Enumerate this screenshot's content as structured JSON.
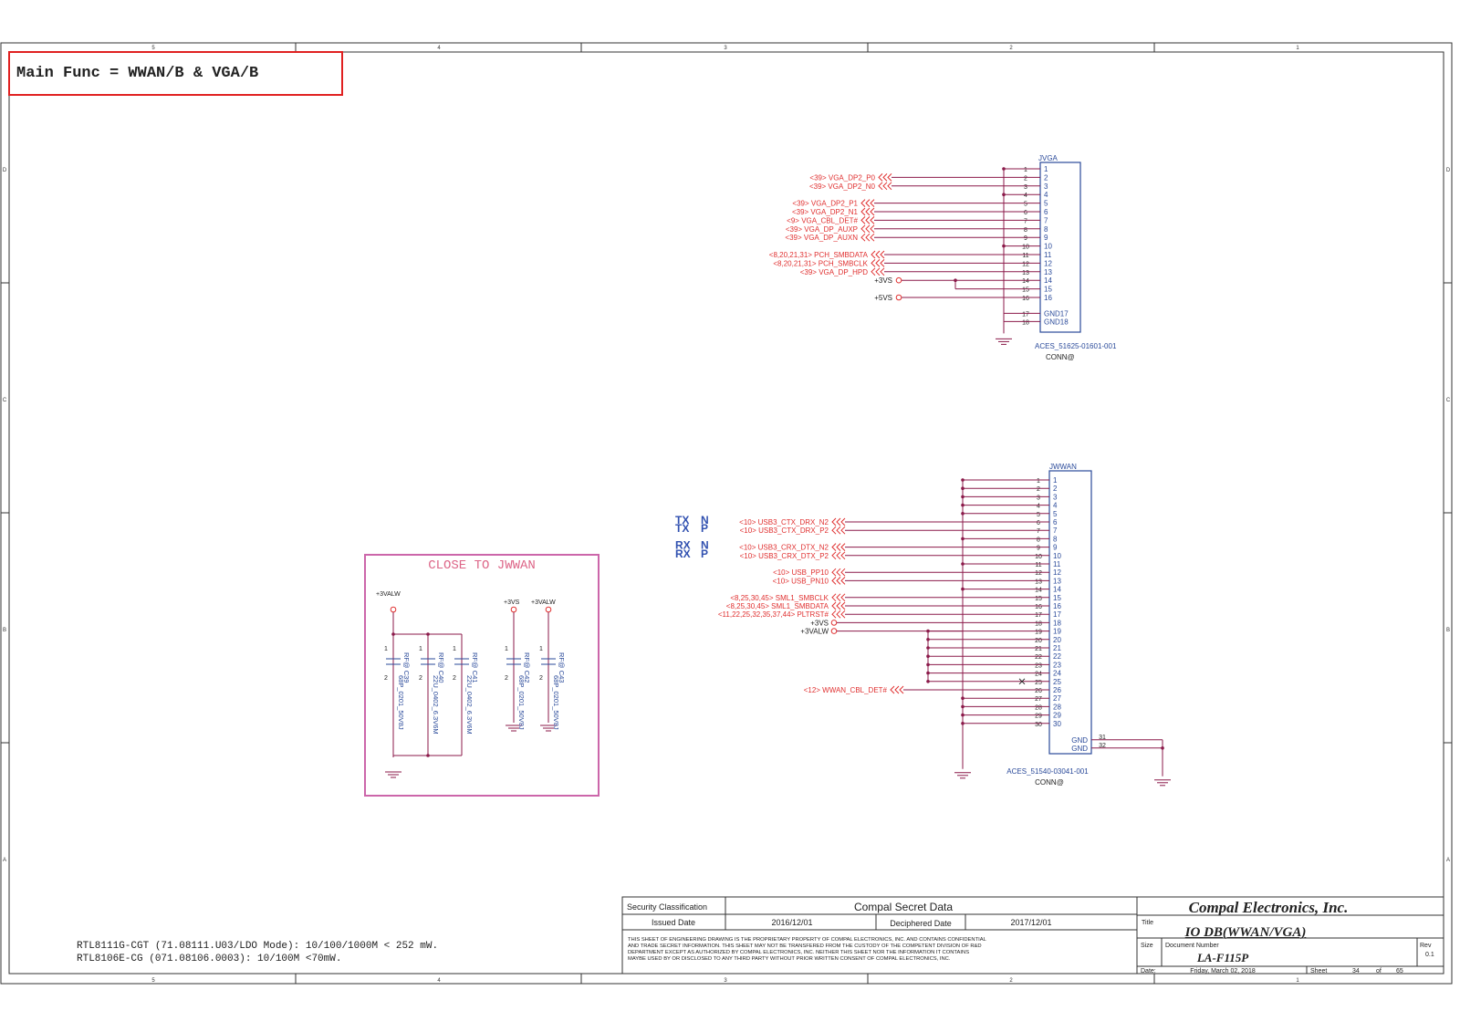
{
  "header": {
    "main_func": "Main Func = WWAN/B & VGA/B"
  },
  "frame": {
    "columns": [
      "5",
      "4",
      "3",
      "2",
      "1"
    ],
    "rows": [
      "D",
      "C",
      "B",
      "A"
    ]
  },
  "colors": {
    "wire": "#8b1a4a",
    "net_label": "#e03030",
    "connector": "#2a4a9a",
    "box_red": "#e02020",
    "box_pink": "#cc66aa",
    "text": "#222222"
  },
  "jvga": {
    "ref": "JVGA",
    "part": "ACES_51625-01601-001",
    "conn": "CONN@",
    "pins": [
      "1",
      "2",
      "3",
      "4",
      "5",
      "6",
      "7",
      "8",
      "9",
      "10",
      "11",
      "12",
      "13",
      "14",
      "15",
      "16"
    ],
    "gnd_pins": [
      {
        "num": "17",
        "name": "GND17"
      },
      {
        "num": "18",
        "name": "GND18"
      }
    ],
    "nets": [
      {
        "ref": "<39>",
        "name": "VGA_DP2_P0",
        "pin": 2
      },
      {
        "ref": "<39>",
        "name": "VGA_DP2_N0",
        "pin": 3
      },
      {
        "ref": "<39>",
        "name": "VGA_DP2_P1",
        "pin": 5
      },
      {
        "ref": "<39>",
        "name": "VGA_DP2_N1",
        "pin": 6
      },
      {
        "ref": "<9>",
        "name": "VGA_CBL_DET#",
        "pin": 7
      },
      {
        "ref": "<39>",
        "name": "VGA_DP_AUXP",
        "pin": 8
      },
      {
        "ref": "<39>",
        "name": "VGA_DP_AUXN",
        "pin": 9
      },
      {
        "ref": "<8,20,21,31>",
        "name": "PCH_SMBDATA",
        "pin": 11
      },
      {
        "ref": "<8,20,21,31>",
        "name": "PCH_SMBCLK",
        "pin": 12
      },
      {
        "ref": "<39>",
        "name": "VGA_DP_HPD",
        "pin": 13
      }
    ],
    "power": [
      {
        "name": "+3VS",
        "pin": 14
      },
      {
        "name": "+5VS",
        "pin": 16
      }
    ]
  },
  "jwwan": {
    "ref": "JWWAN",
    "part": "ACES_51540-03041-001",
    "conn": "CONN@",
    "pins": [
      "1",
      "2",
      "3",
      "4",
      "5",
      "6",
      "7",
      "8",
      "9",
      "10",
      "11",
      "12",
      "13",
      "14",
      "15",
      "16",
      "17",
      "18",
      "19",
      "20",
      "21",
      "22",
      "23",
      "24",
      "25",
      "26",
      "27",
      "28",
      "29",
      "30"
    ],
    "gnd_pins": [
      {
        "num": "31",
        "name": "GND"
      },
      {
        "num": "32",
        "name": "GND"
      }
    ],
    "nets": [
      {
        "ref": "<10>",
        "name": "USB3_CTX_DRX_N2",
        "pin": 6
      },
      {
        "ref": "<10>",
        "name": "USB3_CTX_DRX_P2",
        "pin": 7
      },
      {
        "ref": "<10>",
        "name": "USB3_CRX_DTX_N2",
        "pin": 9
      },
      {
        "ref": "<10>",
        "name": "USB3_CRX_DTX_P2",
        "pin": 10
      },
      {
        "ref": "<10>",
        "name": "USB_PP10",
        "pin": 12
      },
      {
        "ref": "<10>",
        "name": "USB_PN10",
        "pin": 13
      },
      {
        "ref": "<8,25,30,45>",
        "name": "SML1_SMBCLK",
        "pin": 15
      },
      {
        "ref": "<8,25,30,45>",
        "name": "SML1_SMBDATA",
        "pin": 16
      },
      {
        "ref": "<11,22,25,32,35,37,44>",
        "name": "PLTRST#",
        "pin": 17
      },
      {
        "ref": "<12>",
        "name": "WWAN_CBL_DET#",
        "pin": 26
      }
    ],
    "power": [
      {
        "name": "+3VS",
        "pin": 18
      },
      {
        "name": "+3VALW",
        "pin": 19
      }
    ],
    "diff_labels": [
      {
        "a": "TX",
        "b": "N"
      },
      {
        "a": "TX",
        "b": "P"
      },
      {
        "a": "RX",
        "b": "N"
      },
      {
        "a": "RX",
        "b": "P"
      }
    ]
  },
  "caps_box": {
    "title": "CLOSE TO JWWAN",
    "rails": [
      "+3VALW",
      "+3VS",
      "+3VALW"
    ],
    "caps": [
      {
        "ref": "C39",
        "value": "68P_0201_50V8J",
        "opt": "RF@"
      },
      {
        "ref": "C40",
        "value": "22U_0402_6.3V6M",
        "opt": "RF@"
      },
      {
        "ref": "C41",
        "value": "22U_0402_6.3V6M",
        "opt": "RF@"
      },
      {
        "ref": "C42",
        "value": "68P_0201_50V8J",
        "opt": "RF@"
      },
      {
        "ref": "C43",
        "value": "68P_0201_50V8J",
        "opt": "RF@"
      }
    ]
  },
  "notes": [
    "RTL8111G-CGT (71.08111.U03/LDO Mode): 10/100/1000M < 252 mW.",
    "RTL8106E-CG (071.08106.0003): 10/100M <70mW."
  ],
  "title_block": {
    "security_label": "Security Classification",
    "secret": "Compal Secret Data",
    "issued_label": "Issued Date",
    "issued": "2016/12/01",
    "deciphered_label": "Deciphered Date",
    "deciphered": "2017/12/01",
    "disclaimer": [
      "THIS SHEET OF ENGINEERING DRAWING IS THE PROPRIETARY PROPERTY OF COMPAL ELECTRONICS, INC. AND CONTAINS CONFIDENTIAL",
      "AND TRADE SECRET INFORMATION. THIS SHEET MAY NOT BE TRANSFERED FROM THE CUSTODY OF THE COMPETENT DIVISION OF R&D",
      "DEPARTMENT EXCEPT AS AUTHORIZED BY COMPAL ELECTRONICS, INC. NEITHER THIS SHEET NOR THE INFORMATION IT CONTAINS",
      "MAYBE USED BY OR DISCLOSED TO ANY THIRD PARTY WITHOUT PRIOR WRITTEN CONSENT OF COMPAL ELECTRONICS, INC."
    ],
    "company": "Compal Electronics, Inc.",
    "title_label": "Title",
    "title": "IO DB(WWAN/VGA)",
    "size_label": "Size",
    "docnum_label": "Document Number",
    "docnum": "LA-F115P",
    "rev_label": "Rev",
    "rev": "0.1",
    "date_label": "Date:",
    "date": "Friday, March 02, 2018",
    "sheet_label": "Sheet",
    "sheet": "34",
    "of_label": "of",
    "total": "65"
  }
}
